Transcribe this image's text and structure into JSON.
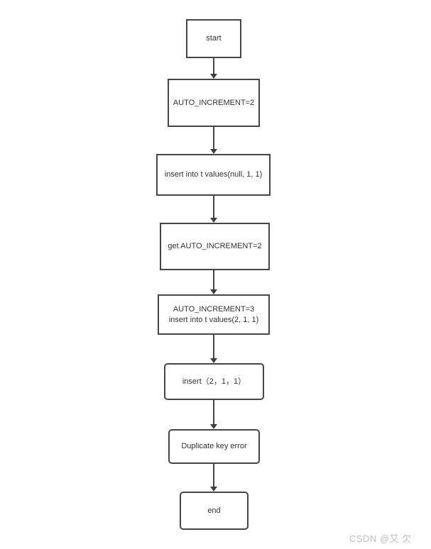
{
  "flowchart": {
    "nodes": [
      {
        "id": "start",
        "label": "start",
        "shape": "rect"
      },
      {
        "id": "auto-increment-2",
        "label": "AUTO_INCREMENT=2",
        "shape": "rect"
      },
      {
        "id": "insert-null",
        "label": "insert into t values(null, 1, 1)",
        "shape": "rect"
      },
      {
        "id": "get-auto-increment-2",
        "label": "get AUTO_INCREMENT=2",
        "shape": "rect"
      },
      {
        "id": "auto-increment-3",
        "label": "AUTO_INCREMENT=3\ninsert into t values(2, 1, 1)",
        "shape": "rect"
      },
      {
        "id": "insert-2-1-1",
        "label": "insert（2，1，1）",
        "shape": "rounded"
      },
      {
        "id": "duplicate-key-error",
        "label": "Duplicate key error",
        "shape": "rounded"
      },
      {
        "id": "end",
        "label": "end",
        "shape": "rounded"
      }
    ],
    "edges": [
      {
        "from": "start",
        "to": "auto-increment-2"
      },
      {
        "from": "auto-increment-2",
        "to": "insert-null"
      },
      {
        "from": "insert-null",
        "to": "get-auto-increment-2"
      },
      {
        "from": "get-auto-increment-2",
        "to": "auto-increment-3"
      },
      {
        "from": "auto-increment-3",
        "to": "insert-2-1-1"
      },
      {
        "from": "insert-2-1-1",
        "to": "duplicate-key-error"
      },
      {
        "from": "duplicate-key-error",
        "to": "end"
      }
    ],
    "colors": {
      "background": "#ffffff",
      "node_border": "#464646",
      "node_fill": "#ffffff",
      "text": "#333333",
      "arrow": "#3f3f3f"
    }
  },
  "watermark": {
    "text": "CSDN @又 欠",
    "color": "#bfbfbf"
  }
}
